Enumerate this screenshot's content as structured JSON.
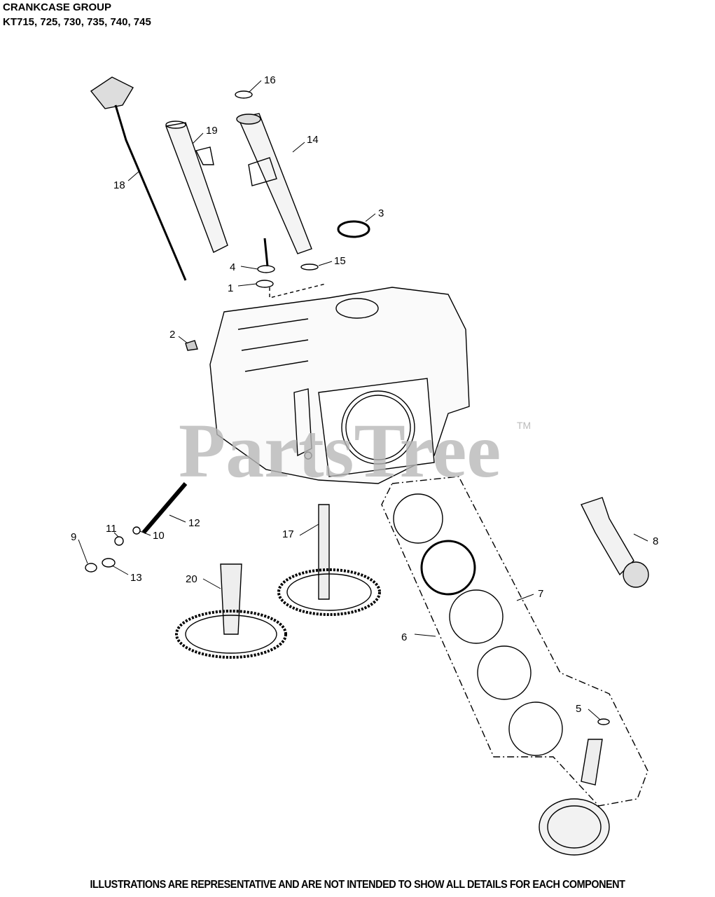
{
  "header": {
    "title": "CRANKCASE GROUP",
    "models": "KT715, 725, 730, 735, 740, 745"
  },
  "watermark": {
    "text": "PartsTree",
    "tm": "TM"
  },
  "callouts": [
    "16",
    "19",
    "14",
    "18",
    "3",
    "4",
    "15",
    "1",
    "2",
    "12",
    "11",
    "10",
    "9",
    "13",
    "17",
    "20",
    "8",
    "7",
    "6",
    "5"
  ],
  "footer": {
    "disclaimer": "ILLUSTRATIONS ARE REPRESENTATIVE AND ARE NOT INTENDED TO SHOW ALL DETAILS FOR EACH COMPONENT"
  }
}
